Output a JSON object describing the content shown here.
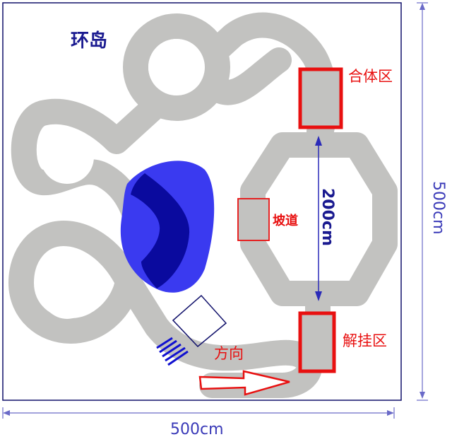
{
  "labels": {
    "roundabout": "环岛",
    "merge_zone": "合体区",
    "ramp": "坡道",
    "release_zone": "解挂区",
    "direction": "方向",
    "inner_dim": "200cm",
    "width_dim": "500cm",
    "height_dim": "500cm"
  },
  "colors": {
    "track": "#c2c2c0",
    "water_light": "#3a3af0",
    "water_dark": "#0a0a9e",
    "zone_red": "#e81010",
    "dim_blue": "#3a3ab8",
    "label_blue": "#1a1a90",
    "border": "#10106a"
  }
}
